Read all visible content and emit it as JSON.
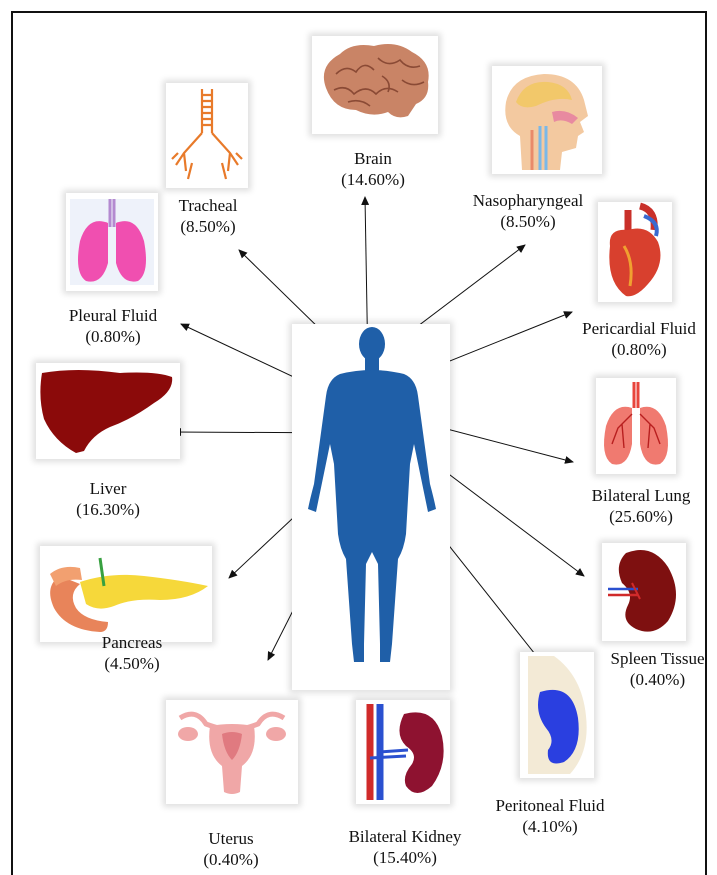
{
  "diagram": {
    "center": "human-body",
    "organs": [
      {
        "key": "brain",
        "name": "Brain",
        "pct": "(14.60%)",
        "icon": "brain-icon"
      },
      {
        "key": "tracheal",
        "name": "Tracheal",
        "pct": "(8.50%)",
        "icon": "trachea-icon"
      },
      {
        "key": "nasopharyngeal",
        "name": "Nasopharyngeal",
        "pct": "(8.50%)",
        "icon": "head-section-icon"
      },
      {
        "key": "pleural",
        "name": "Pleural Fluid",
        "pct": "(0.80%)",
        "icon": "pink-lungs-icon"
      },
      {
        "key": "pericardial",
        "name": "Pericardial Fluid",
        "pct": "(0.80%)",
        "icon": "heart-icon"
      },
      {
        "key": "liver",
        "name": "Liver",
        "pct": "(16.30%)",
        "icon": "liver-icon"
      },
      {
        "key": "lung",
        "name": "Bilateral Lung",
        "pct": "(25.60%)",
        "icon": "lungs-icon"
      },
      {
        "key": "pancreas",
        "name": "Pancreas",
        "pct": "(4.50%)",
        "icon": "pancreas-icon"
      },
      {
        "key": "spleen",
        "name": "Spleen Tissue",
        "pct": "(0.40%)",
        "icon": "spleen-icon"
      },
      {
        "key": "uterus",
        "name": "Uterus",
        "pct": "(0.40%)",
        "icon": "uterus-icon"
      },
      {
        "key": "kidney",
        "name": "Bilateral Kidney",
        "pct": "(15.40%)",
        "icon": "kidney-icon"
      },
      {
        "key": "peritoneal",
        "name": "Peritoneal Fluid",
        "pct": "(4.10%)",
        "icon": "abdomen-icon"
      }
    ]
  },
  "colors": {
    "body": "#1f5fa8",
    "liver": "#8b0a0a",
    "lungs_pink": "#f04fb0",
    "lungs_red": "#e8453c",
    "kidney": "#8e1230",
    "spleen": "#7e1010",
    "pancreas": "#f6d83a",
    "uterus": "#f0a7a7",
    "peritoneal": "#2a3fe0",
    "trachea": "#e87a2a",
    "brain": "#c47a5a"
  }
}
